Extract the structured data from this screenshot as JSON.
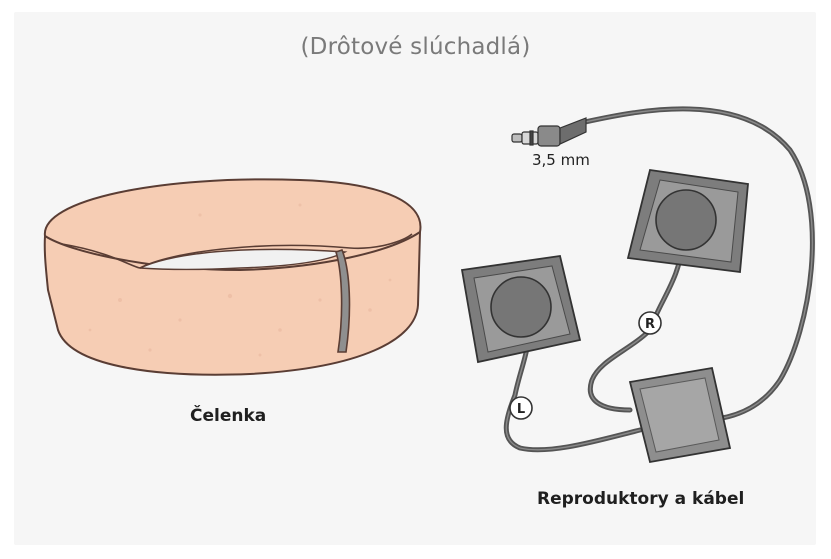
{
  "title": "(Drôtové slúchadlá)",
  "captions": {
    "headband": "Čelenka",
    "speakers": "Reproduktory a kábel",
    "plug_size": "3,5 mm"
  },
  "channel_markers": {
    "left": "L",
    "right": "R"
  },
  "colors": {
    "background": "#f6f6f6",
    "headband_fill": "#f6cdb4",
    "headband_outline": "#5a3d34",
    "speaker_frame": "#7d7d7d",
    "speaker_inner": "#9a9a9a",
    "cable": "#555555"
  },
  "icons": [
    "headband-illustration",
    "audio-plug-icon",
    "speaker-left-icon",
    "speaker-right-icon",
    "control-box-icon"
  ]
}
